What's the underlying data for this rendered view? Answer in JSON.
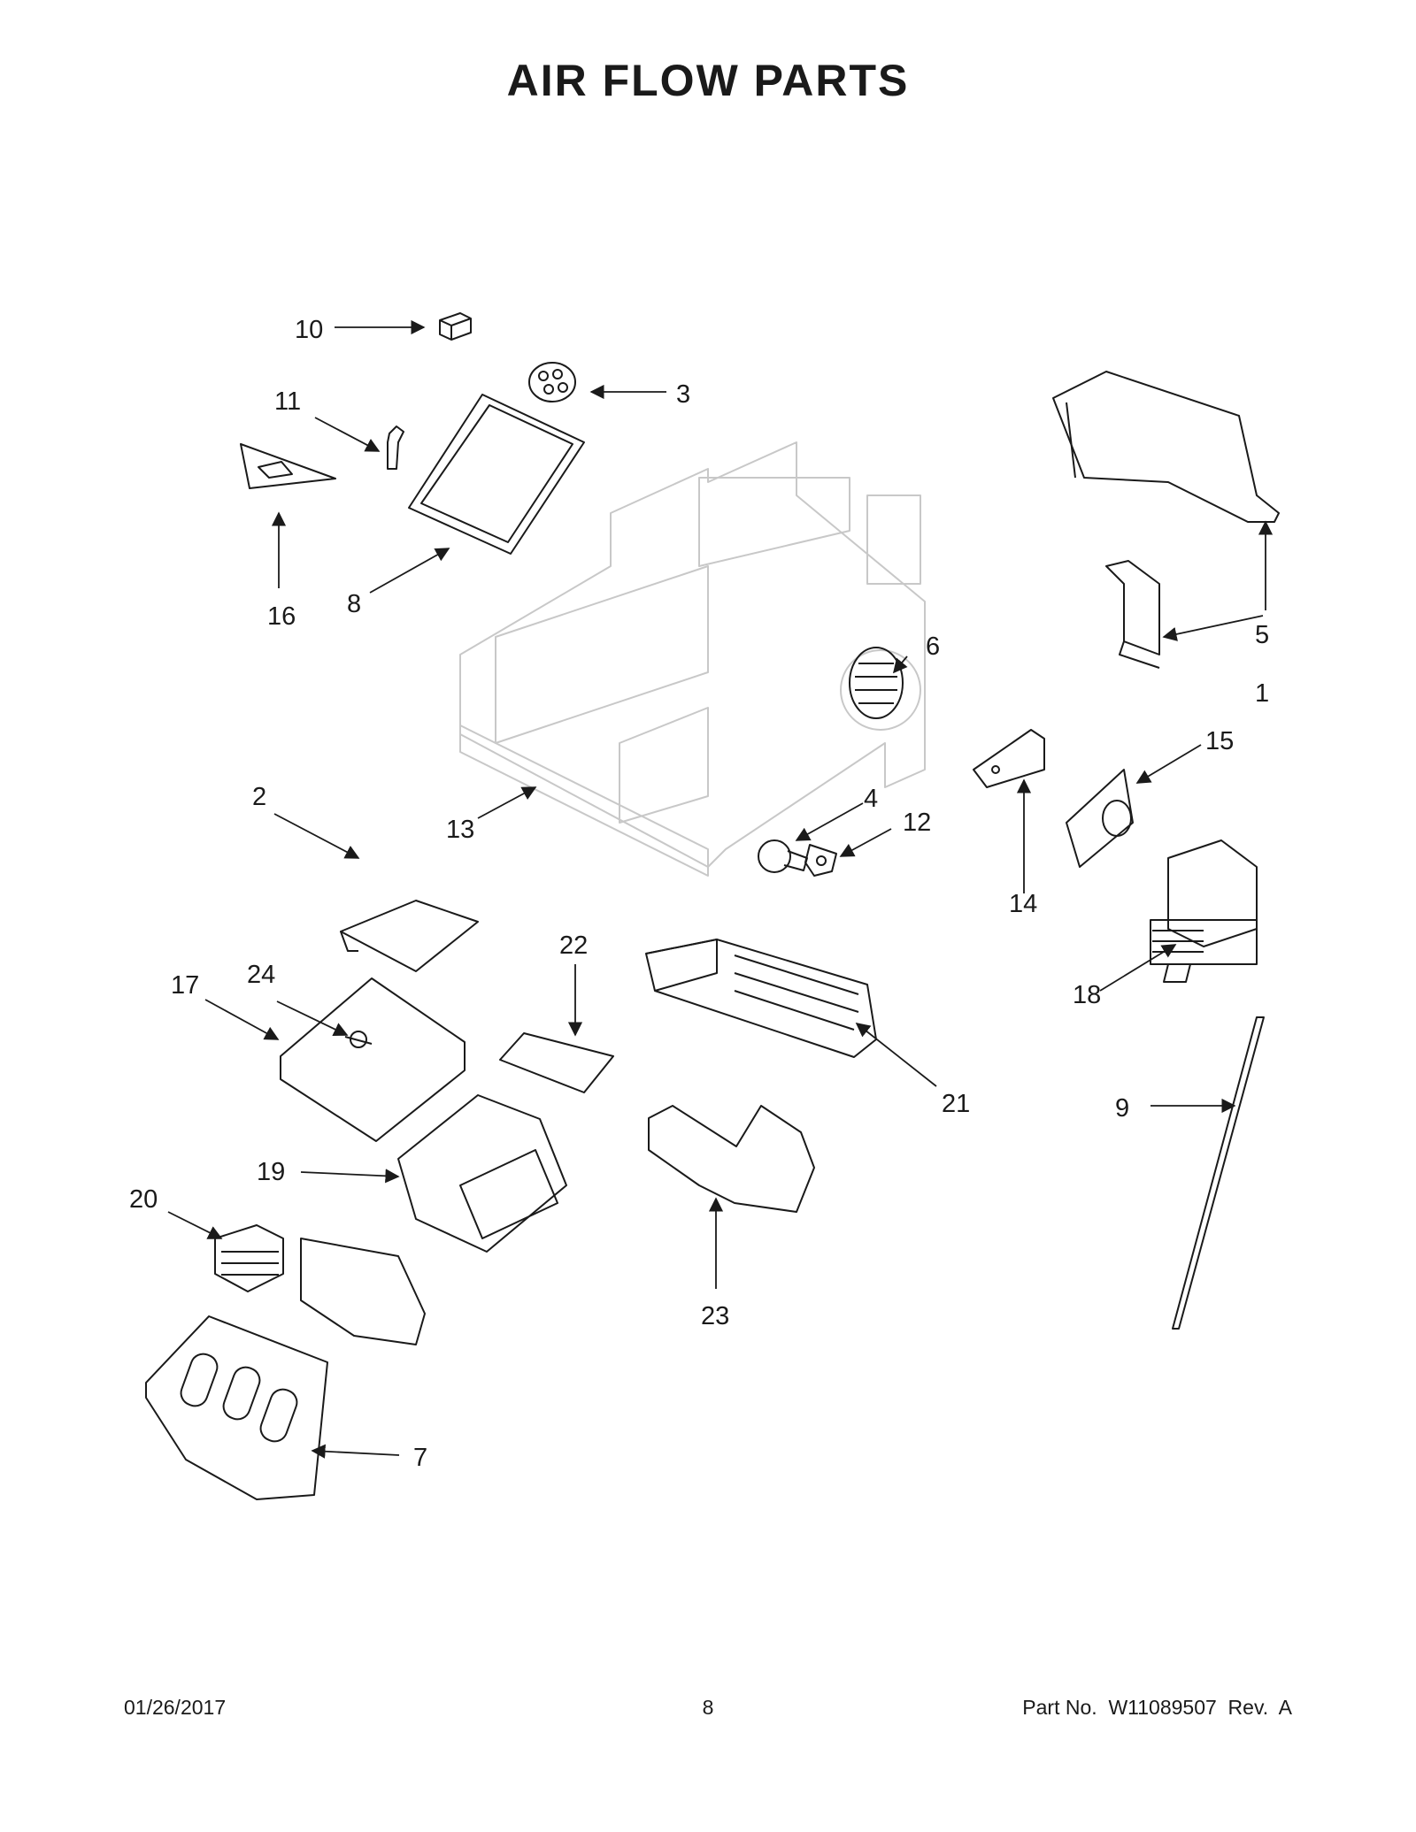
{
  "title": "AIR FLOW PARTS",
  "callouts": [
    "1",
    "2",
    "3",
    "4",
    "5",
    "6",
    "7",
    "8",
    "9",
    "10",
    "11",
    "12",
    "13",
    "14",
    "15",
    "16",
    "17",
    "18",
    "19",
    "20",
    "21",
    "22",
    "23",
    "24"
  ],
  "footer": {
    "date": "01/26/2017",
    "page": "8",
    "part_number": "Part No.  W11089507  Rev.  A"
  }
}
